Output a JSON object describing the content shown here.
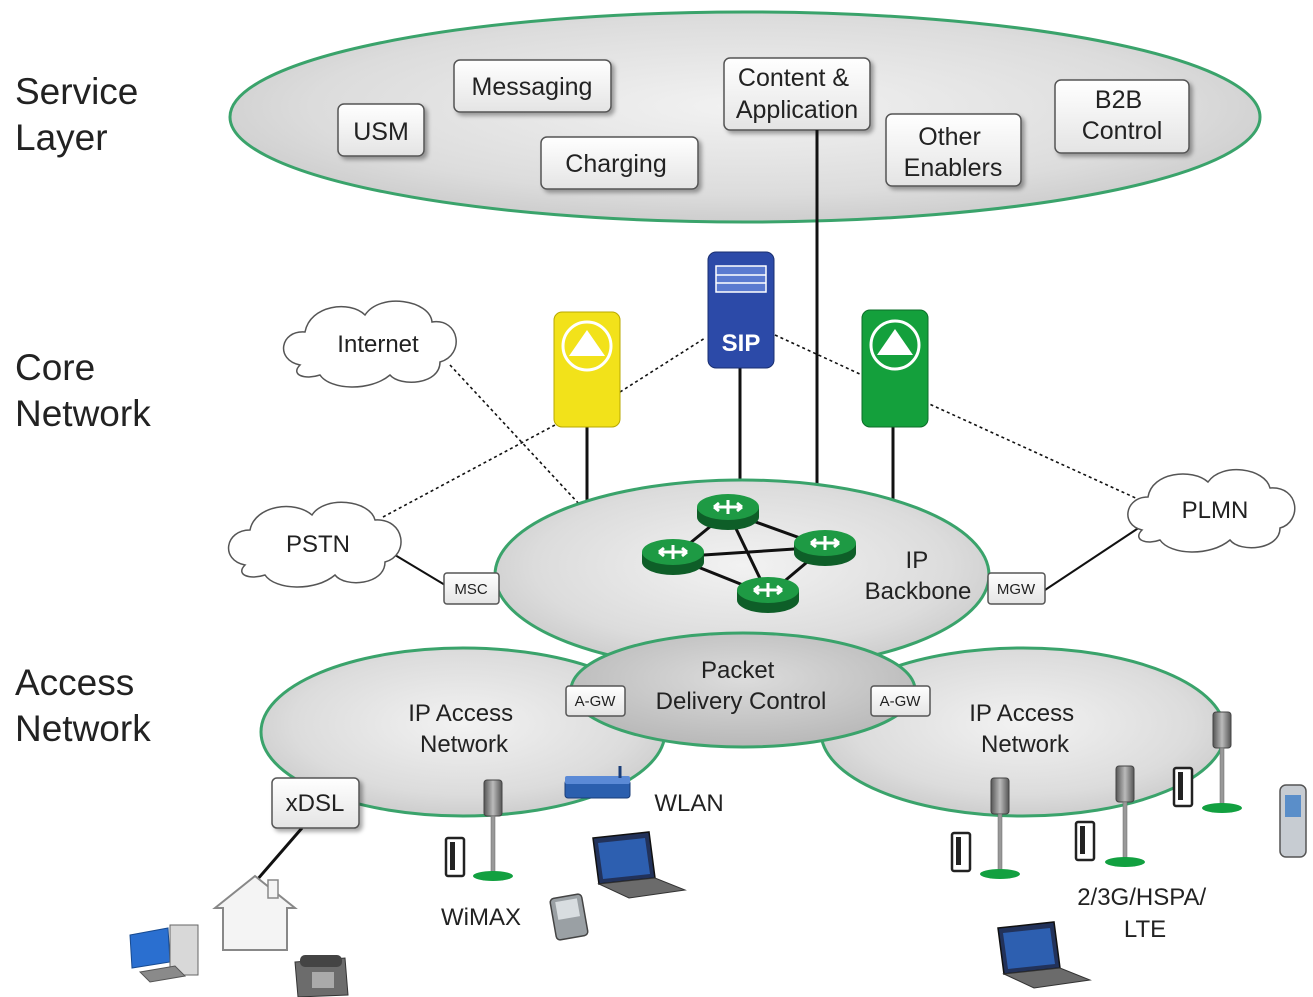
{
  "layers": {
    "service": [
      "Service",
      "Layer"
    ],
    "core": [
      "Core",
      "Network"
    ],
    "access": [
      "Access",
      "Network"
    ]
  },
  "service_boxes": {
    "usm": [
      "USM"
    ],
    "messaging": [
      "Messaging"
    ],
    "charging": [
      "Charging"
    ],
    "content": [
      "Content &",
      "Application"
    ],
    "other": [
      "Other",
      "Enablers"
    ],
    "b2b": [
      "B2B",
      "Control"
    ]
  },
  "clouds": {
    "internet": "Internet",
    "pstn": "PSTN",
    "plmn": "PLMN"
  },
  "core": {
    "sip": "SIP",
    "ip_backbone": [
      "IP",
      "Backbone"
    ],
    "msc": "MSC",
    "mgw": "MGW"
  },
  "access": {
    "packet_delivery": [
      "Packet",
      "Delivery Control"
    ],
    "agw_left": "A-GW",
    "agw_right": "A-GW",
    "ip_access_left": [
      "IP Access",
      "Network"
    ],
    "ip_access_right": [
      "IP Access",
      "Network"
    ],
    "xdsl": "xDSL",
    "wlan": "WLAN",
    "wimax": "WiMAX",
    "mobile": [
      "2/3G/HSPA/",
      "LTE"
    ]
  },
  "colors": {
    "ellipse_stroke": "#3aa36b",
    "ellipse_fill": "#d8d8d8",
    "router_green": "#1e8a3e",
    "yellow_node": "#f2e21a",
    "green_node": "#14a03c",
    "sip_blue": "#2c4aa8"
  },
  "icons": [
    "router-icon",
    "tower-icon",
    "phone-icon",
    "laptop-icon",
    "house-icon",
    "desktop-icon",
    "desk-phone-icon",
    "pda-icon",
    "wifi-router-icon",
    "cell-phone-icon"
  ]
}
